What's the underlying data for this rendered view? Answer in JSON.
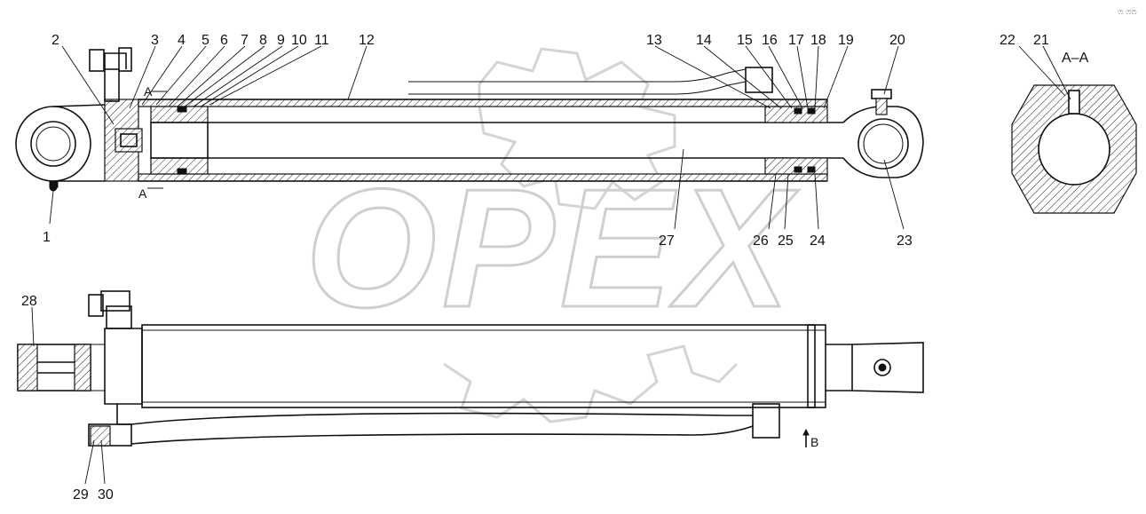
{
  "watermark": "OPEX",
  "corner_mark": "ෆ ෆෆ",
  "section_title": "A–A",
  "section_marks": [
    {
      "id": "a-top",
      "text": "A"
    },
    {
      "id": "a-bottom",
      "text": "A"
    },
    {
      "id": "b-view",
      "text": "B"
    }
  ],
  "callouts": [
    {
      "n": "1"
    },
    {
      "n": "2"
    },
    {
      "n": "3"
    },
    {
      "n": "4"
    },
    {
      "n": "5"
    },
    {
      "n": "6"
    },
    {
      "n": "7"
    },
    {
      "n": "8"
    },
    {
      "n": "9"
    },
    {
      "n": "10"
    },
    {
      "n": "11"
    },
    {
      "n": "12"
    },
    {
      "n": "13"
    },
    {
      "n": "14"
    },
    {
      "n": "15"
    },
    {
      "n": "16"
    },
    {
      "n": "17"
    },
    {
      "n": "18"
    },
    {
      "n": "19"
    },
    {
      "n": "20"
    },
    {
      "n": "21"
    },
    {
      "n": "22"
    },
    {
      "n": "23"
    },
    {
      "n": "24"
    },
    {
      "n": "25"
    },
    {
      "n": "26"
    },
    {
      "n": "27"
    },
    {
      "n": "28"
    },
    {
      "n": "29"
    },
    {
      "n": "30"
    }
  ]
}
